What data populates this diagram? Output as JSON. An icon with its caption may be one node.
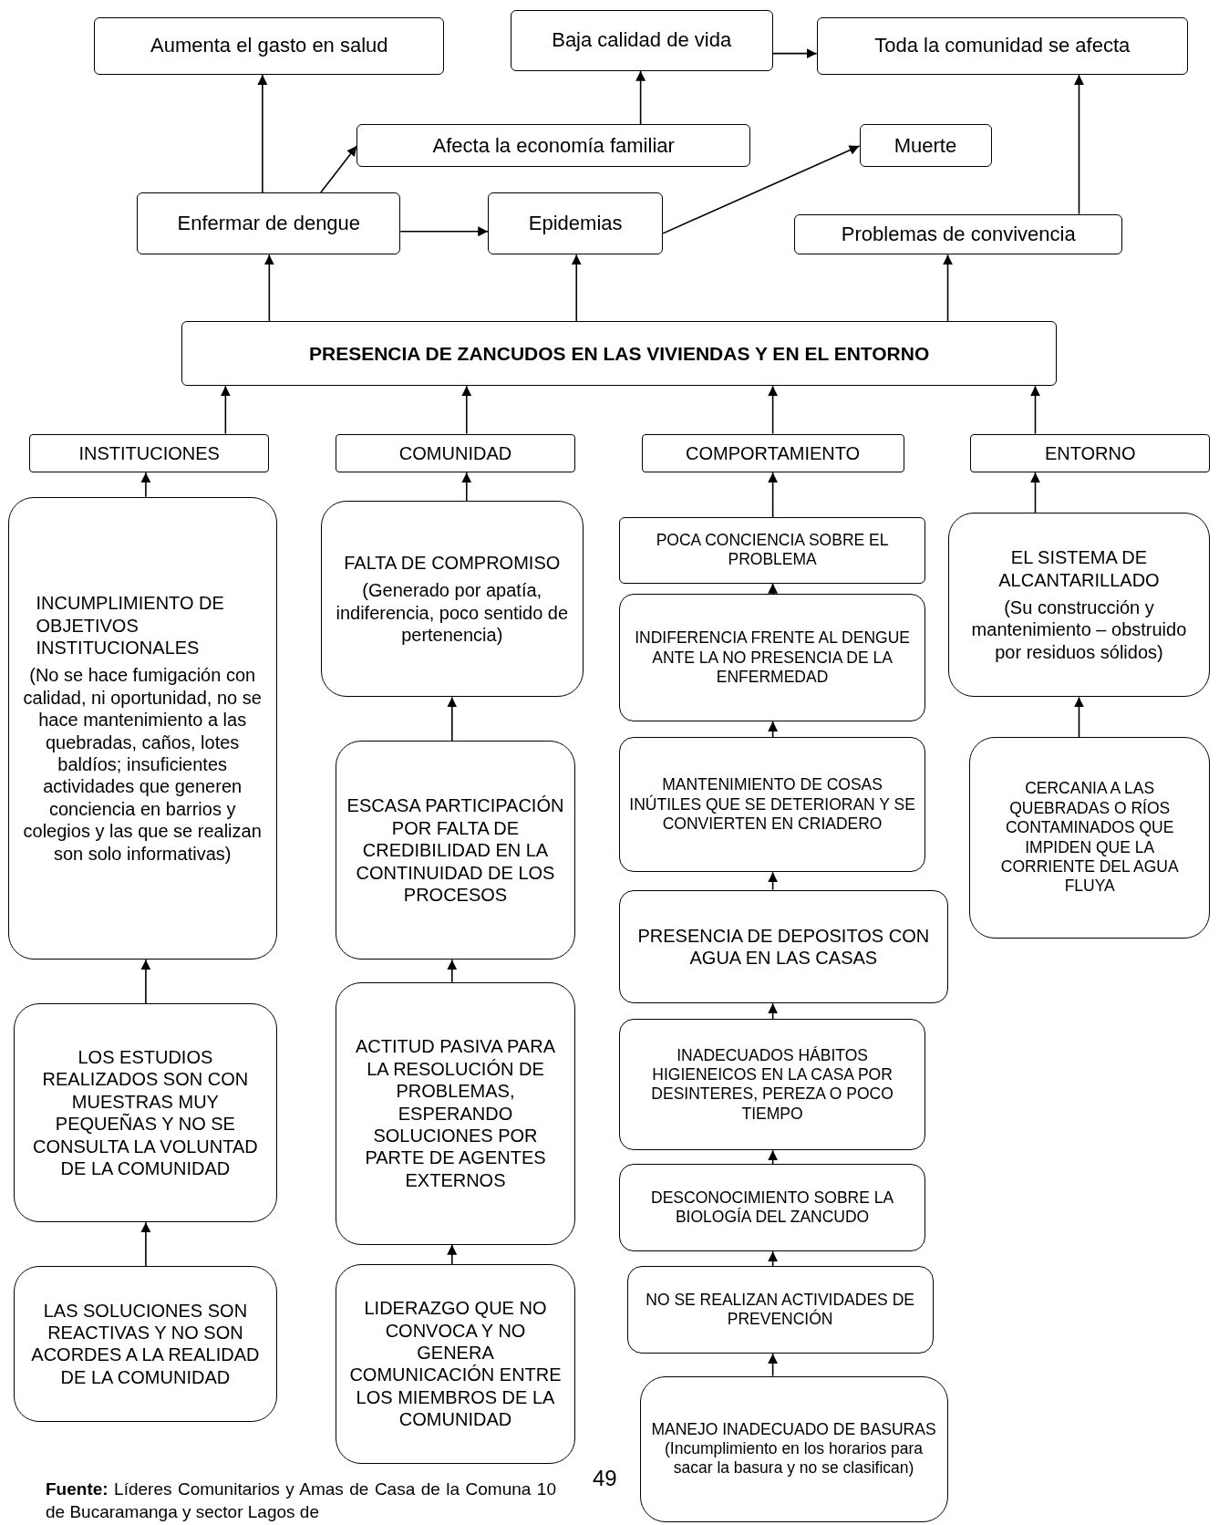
{
  "diagram": {
    "nodes": [
      {
        "text": [
          "Aumenta el gasto en salud"
        ]
      },
      {
        "text": [
          "Baja calidad de vida"
        ]
      },
      {
        "text": [
          "Toda la comunidad se afecta"
        ]
      },
      {
        "text": [
          "Afecta la economía familiar"
        ]
      },
      {
        "text": [
          "Muerte"
        ]
      },
      {
        "text": [
          "Enfermar de dengue"
        ]
      },
      {
        "text": [
          "Epidemias"
        ]
      },
      {
        "text": [
          "Problemas de convivencia"
        ]
      },
      {
        "text": [
          "PRESENCIA DE ZANCUDOS EN LAS VIVIENDAS Y EN EL ENTORNO"
        ]
      },
      {
        "text": [
          "INSTITUCIONES"
        ]
      },
      {
        "text": [
          "COMUNIDAD"
        ]
      },
      {
        "text": [
          "COMPORTAMIENTO"
        ]
      },
      {
        "text": [
          "ENTORNO"
        ]
      },
      {
        "text": [
          "INCUMPLIMIENTO DE OBJETIVOS INSTITUCIONALES",
          "(No se hace fumigación con calidad, ni oportunidad, no se hace mantenimiento a las quebradas, caños, lotes baldíos; insuficientes actividades que generen conciencia en barrios y colegios y las que se realizan son solo informativas)"
        ]
      },
      {
        "text": [
          "LOS ESTUDIOS REALIZADOS SON CON MUESTRAS MUY PEQUEÑAS Y NO SE CONSULTA LA VOLUNTAD DE LA COMUNIDAD"
        ]
      },
      {
        "text": [
          "LAS SOLUCIONES SON REACTIVAS Y NO SON ACORDES A LA REALIDAD DE LA COMUNIDAD"
        ]
      },
      {
        "text": [
          "FALTA DE COMPROMISO",
          "(Generado por apatía, indiferencia, poco sentido de pertenencia)"
        ]
      },
      {
        "text": [
          "ESCASA PARTICIPACIÓN POR FALTA DE CREDIBILIDAD EN LA CONTINUIDAD DE LOS PROCESOS"
        ]
      },
      {
        "text": [
          "ACTITUD PASIVA PARA LA RESOLUCIÓN DE PROBLEMAS, ESPERANDO SOLUCIONES POR PARTE DE AGENTES EXTERNOS"
        ]
      },
      {
        "text": [
          "LIDERAZGO QUE NO CONVOCA Y NO GENERA COMUNICACIÓN ENTRE LOS MIEMBROS DE LA COMUNIDAD"
        ]
      },
      {
        "text": [
          "POCA CONCIENCIA SOBRE EL PROBLEMA"
        ]
      },
      {
        "text": [
          "INDIFERENCIA FRENTE AL DENGUE ANTE LA NO PRESENCIA DE LA ENFERMEDAD"
        ]
      },
      {
        "text": [
          "MANTENIMIENTO DE COSAS INÚTILES QUE SE DETERIORAN Y SE CONVIERTEN EN CRIADERO"
        ]
      },
      {
        "text": [
          "PRESENCIA DE DEPOSITOS CON AGUA EN LAS CASAS"
        ]
      },
      {
        "text": [
          "INADECUADOS HÁBITOS HIGIENEICOS EN LA CASA POR DESINTERES, PEREZA O POCO TIEMPO"
        ]
      },
      {
        "text": [
          "DESCONOCIMIENTO SOBRE LA BIOLOGÍA DEL ZANCUDO"
        ]
      },
      {
        "text": [
          "NO SE REALIZAN ACTIVIDADES DE PREVENCIÓN"
        ]
      },
      {
        "text": [
          "MANEJO INADECUADO DE BASURAS (Incumplimiento en los horarios para sacar la basura y no se clasifican)"
        ]
      },
      {
        "text": [
          "EL SISTEMA DE ALCANTARILLADO",
          "(Su construcción y mantenimiento – obstruido por residuos sólidos)"
        ]
      },
      {
        "text": [
          "CERCANIA A LAS QUEBRADAS O RÍOS CONTAMINADOS QUE IMPIDEN QUE LA CORRIENTE DEL AGUA FLUYA"
        ]
      }
    ],
    "edges": [
      {
        "from": 5,
        "to": 0,
        "arrow": "to"
      },
      {
        "from": 5,
        "to": 3,
        "arrow": "to"
      },
      {
        "from": 3,
        "to": 1,
        "arrow": "to"
      },
      {
        "from": 1,
        "to": 2,
        "arrow": "to"
      },
      {
        "from": 5,
        "to": 6,
        "arrow": "to"
      },
      {
        "from": 6,
        "to": 4,
        "arrow": "to"
      },
      {
        "from": 7,
        "to": 2,
        "arrow": "to"
      },
      {
        "from": 8,
        "to": 5,
        "arrow": "to"
      },
      {
        "from": 8,
        "to": 6,
        "arrow": "to"
      },
      {
        "from": 8,
        "to": 7,
        "arrow": "to"
      },
      {
        "from": 9,
        "to": 8,
        "arrow": "to"
      },
      {
        "from": 10,
        "to": 8,
        "arrow": "to"
      },
      {
        "from": 11,
        "to": 8,
        "arrow": "to"
      },
      {
        "from": 12,
        "to": 8,
        "arrow": "to"
      },
      {
        "from": 13,
        "to": 9,
        "arrow": "to"
      },
      {
        "from": 14,
        "to": 13,
        "arrow": "to"
      },
      {
        "from": 15,
        "to": 14,
        "arrow": "to"
      },
      {
        "from": 16,
        "to": 10,
        "arrow": "to"
      },
      {
        "from": 17,
        "to": 16,
        "arrow": "to"
      },
      {
        "from": 18,
        "to": 17,
        "arrow": "to"
      },
      {
        "from": 19,
        "to": 18,
        "arrow": "to"
      },
      {
        "from": 20,
        "to": 11,
        "arrow": "to"
      },
      {
        "from": 21,
        "to": 20,
        "arrow": "to"
      },
      {
        "from": 22,
        "to": 21,
        "arrow": "to"
      },
      {
        "from": 23,
        "to": 22,
        "arrow": "to"
      },
      {
        "from": 24,
        "to": 23,
        "arrow": "to"
      },
      {
        "from": 25,
        "to": 24,
        "arrow": "to"
      },
      {
        "from": 26,
        "to": 25,
        "arrow": "to"
      },
      {
        "from": 27,
        "to": 26,
        "arrow": "to"
      },
      {
        "from": 28,
        "to": 12,
        "arrow": "to"
      },
      {
        "from": 29,
        "to": 28,
        "arrow": "to"
      }
    ],
    "labels": [
      "49",
      "**Fuente:** Líderes Comunitarios y Amas de Casa de la Comuna 10 de Bucaramanga y sector Lagos de"
    ]
  }
}
